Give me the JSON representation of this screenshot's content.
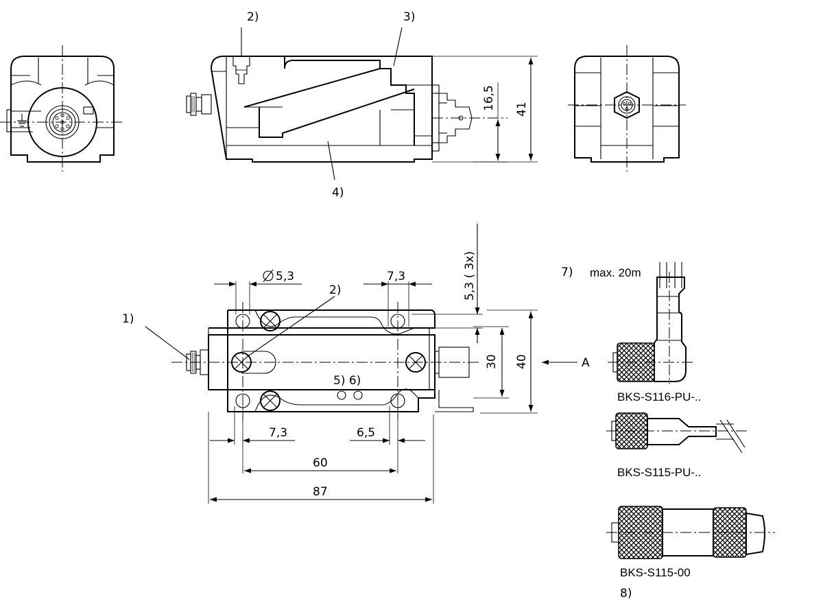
{
  "callouts": {
    "c1": "1)",
    "c2_top": "2)",
    "c2_plan": "2)",
    "c3": "3)",
    "c4": "4)",
    "c56": "5) 6)",
    "c7": "7)",
    "c8": "8)"
  },
  "dimensions": {
    "height_41": "41",
    "height_16_5": "16,5",
    "width_40": "40",
    "width_30": "30",
    "hole_dia": "5,3",
    "slot_3x": "5,3 ( 3x)",
    "pitch_7_3_top": "7,3",
    "pitch_7_3_bottom": "7,3",
    "offset_6_5": "6,5",
    "length_60": "60",
    "length_87": "87"
  },
  "view_arrow": "A",
  "cable": {
    "length_note": "max. 20m"
  },
  "connectors": [
    {
      "part": "BKS-S116-PU-.."
    },
    {
      "part": "BKS-S115-PU-.."
    },
    {
      "part": "BKS-S115-00"
    }
  ],
  "colors": {
    "line": "#000000",
    "background": "#ffffff"
  }
}
